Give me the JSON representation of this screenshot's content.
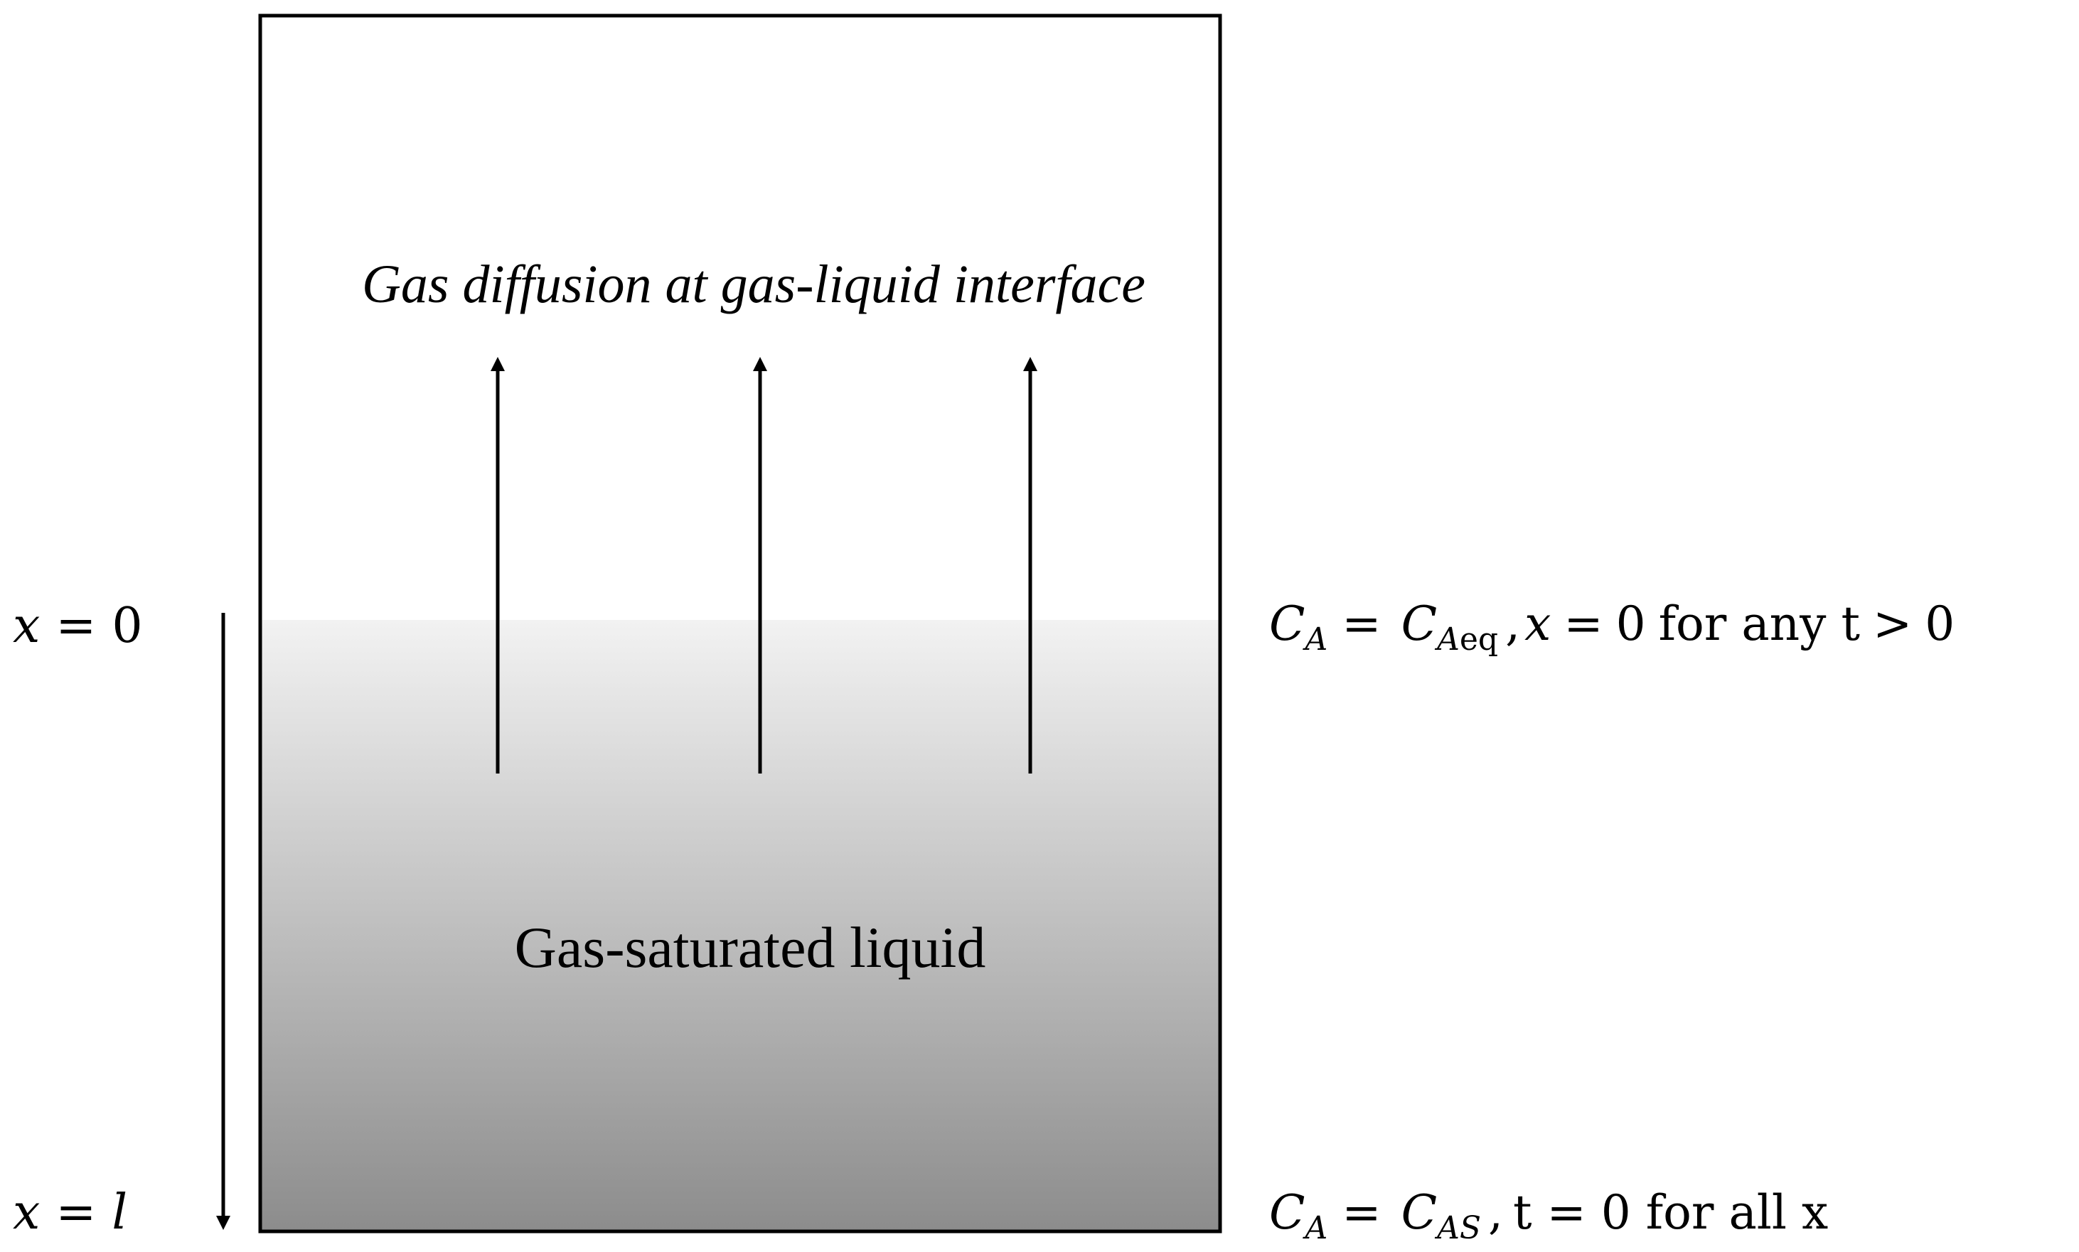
{
  "diagram": {
    "top_label": "Gas diffusion at gas-liquid interface",
    "liquid_label": "Gas-saturated liquid",
    "x_zero_label": {
      "var": "x",
      "eq": "=",
      "val": "0"
    },
    "x_l_label": {
      "var": "x",
      "eq": "=",
      "val": "l"
    },
    "boundary_condition": {
      "c": "C",
      "sub_a": "A",
      "eq": "=",
      "c2": "C",
      "sub_aeq": "A",
      "sub_eq": "eq",
      "comma": ",",
      "x": "x",
      "eq2": "=",
      "zero": "0",
      "tail": "for any t",
      "gt": ">",
      "tzero": "0"
    },
    "initial_condition": {
      "c": "C",
      "sub_a": "A",
      "eq": "=",
      "c2": "C",
      "sub_as": "AS",
      "comma": ",",
      "tail": "t = 0 for all x"
    },
    "colors": {
      "outline": "#000000",
      "liquid_top": "#f2f2f2",
      "liquid_bottom": "#8c8c8c",
      "background": "#ffffff"
    }
  }
}
